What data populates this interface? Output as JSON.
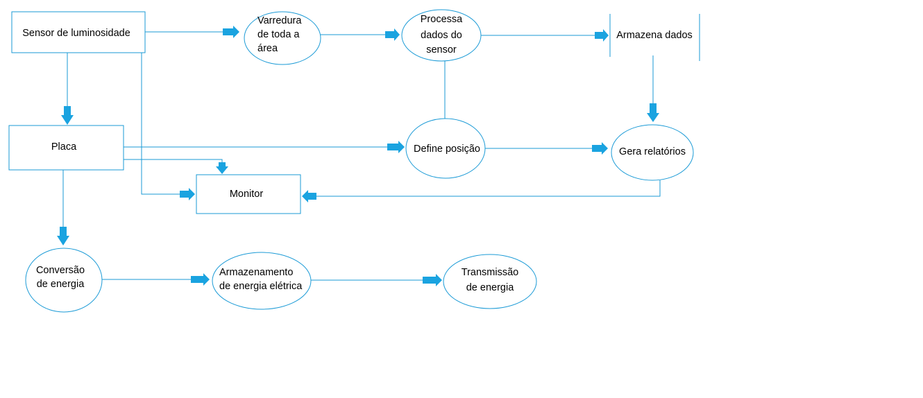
{
  "colors": {
    "stroke": "#1a9ad6",
    "arrow": "#1aa3e0",
    "text": "#000000",
    "background": "#ffffff"
  },
  "nodes": {
    "sensor": "Sensor de luminosidade",
    "varredura": [
      "Varredura",
      "de toda a",
      "área"
    ],
    "processa": [
      "Processa",
      "dados do",
      "sensor"
    ],
    "armazena_dados": "Armazena dados",
    "placa": "Placa",
    "define_posicao": "Define posição",
    "gera_relatorios": "Gera relatórios",
    "monitor": "Monitor",
    "conversao": [
      "Conversão",
      "de energia"
    ],
    "armazenamento": [
      "Armazenamento",
      "de energia elétrica"
    ],
    "transmissao": [
      "Transmissão",
      "de energia"
    ]
  }
}
